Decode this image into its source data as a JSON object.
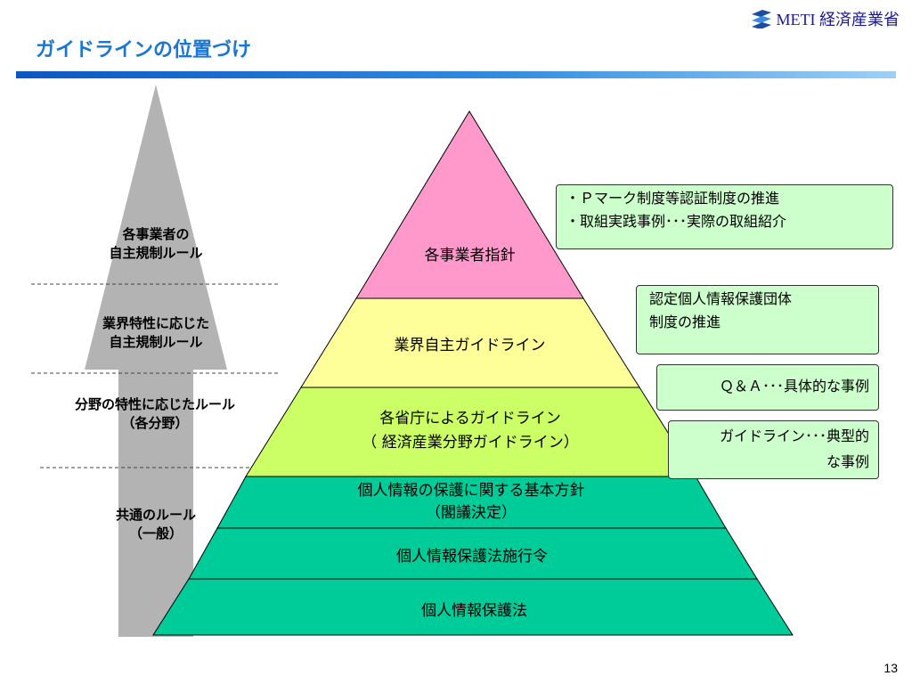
{
  "header": {
    "title": "ガイドラインの位置づけ",
    "logo_text": "METI 経済産業省",
    "brand_color": "#1976d2"
  },
  "pyramid": {
    "layers": [
      {
        "id": "apex",
        "label": "各事業者指針",
        "color": "#ff99cc"
      },
      {
        "id": "industry",
        "label": "業界自主ガイドライン",
        "color": "#ffff99"
      },
      {
        "id": "ministry",
        "lines": [
          "各省庁によるガイドライン",
          "（ 経済産業分野ガイドライン）"
        ],
        "color": "#ccff66"
      },
      {
        "id": "basic-policy",
        "lines": [
          "個人情報の保護に関する基本方針",
          "（閣議決定）"
        ],
        "color": "#00cc99"
      },
      {
        "id": "order",
        "label": "個人情報保護法施行令",
        "color": "#00cc99"
      },
      {
        "id": "law",
        "label": "個人情報保護法",
        "color": "#00cc99"
      }
    ]
  },
  "levels": [
    {
      "lines": [
        "各事業者の",
        "自主規制ルール"
      ]
    },
    {
      "lines": [
        "業界特性に応じた",
        "自主規制ルール"
      ]
    },
    {
      "lines": [
        "分野の特性に応じたルール",
        "（各分野）"
      ]
    },
    {
      "lines": [
        "共通のルール",
        "（一般）"
      ]
    }
  ],
  "notes": [
    {
      "text": "・Ｐマーク制度等認証制度の推進\n・取組実践事例･･･実際の取組紹介"
    },
    {
      "text": "認定個人情報保護団体\n制度の推進"
    },
    {
      "text": "Ｑ＆Ａ･･･具体的な事例"
    },
    {
      "text": "ガイドライン･･･典型的\nな事例"
    }
  ],
  "colors": {
    "note_bg": "#ccffcc",
    "arrow": "#b3b3b3"
  },
  "page_number": "13"
}
